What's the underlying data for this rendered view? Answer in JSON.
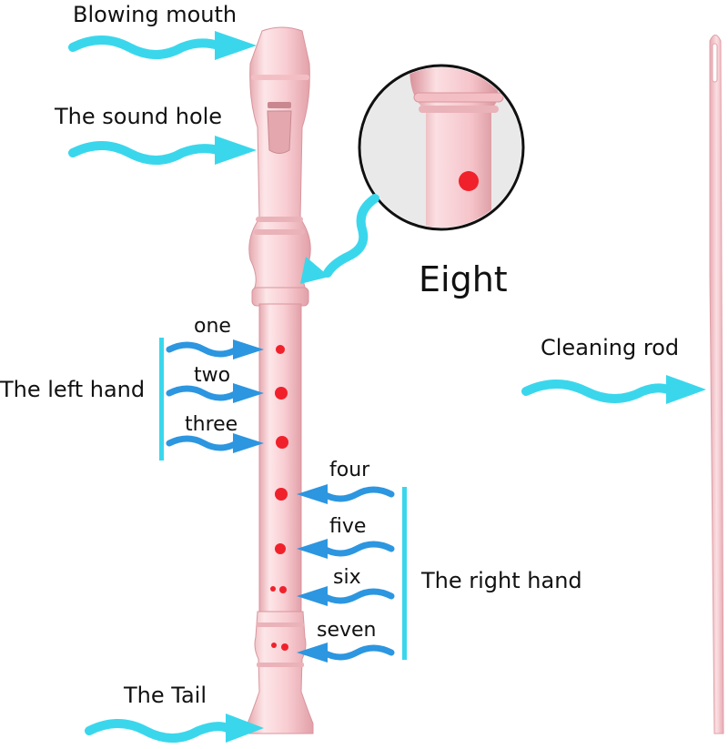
{
  "colors": {
    "recorder_body": "#f8cdd2",
    "recorder_shade": "#e6a9b0",
    "recorder_highlight": "#fde6e8",
    "holes": "#f0212b",
    "cyan_arrow": "#3ad7ec",
    "blue_arrow": "#2c96e0",
    "bracket": "#3ad7ec",
    "rod": "#f4c2c8"
  },
  "labels": {
    "blowing_mouth": "Blowing mouth",
    "sound_hole": "The sound hole",
    "eight": "Eight",
    "cleaning_rod": "Cleaning rod",
    "left_hand": "The left hand",
    "right_hand": "The right hand",
    "tail": "The Tail",
    "holes": {
      "one": "one",
      "two": "two",
      "three": "three",
      "four": "four",
      "five": "five",
      "six": "six",
      "seven": "seven"
    }
  }
}
